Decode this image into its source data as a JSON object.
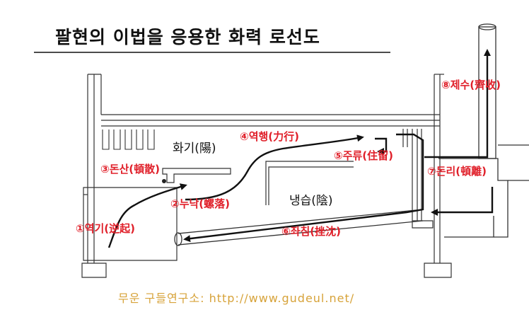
{
  "diagram": {
    "title": "팔현의 이법을 응용한 화력 로선도",
    "footer": "무운 구들연구소: http://www.gudeul.net/",
    "regions": {
      "hwagi": "화기(陽)",
      "naengseup": "냉습(陰)"
    },
    "steps": [
      {
        "id": 1,
        "label": "①역기(逆起)"
      },
      {
        "id": 2,
        "label": "②누낙(螺落)"
      },
      {
        "id": 3,
        "label": "③돈산(頓散)"
      },
      {
        "id": 4,
        "label": "④역행(力行)"
      },
      {
        "id": 5,
        "label": "⑤주류(住留)"
      },
      {
        "id": 6,
        "label": "⑥좌침(挫沈)"
      },
      {
        "id": 7,
        "label": "⑦돈리(頓離)"
      },
      {
        "id": 8,
        "label": "⑧제수(齊收)"
      }
    ],
    "colors": {
      "label_red": "#e0202a",
      "footer_gold": "#d7a33a",
      "lines": "#222222"
    }
  }
}
